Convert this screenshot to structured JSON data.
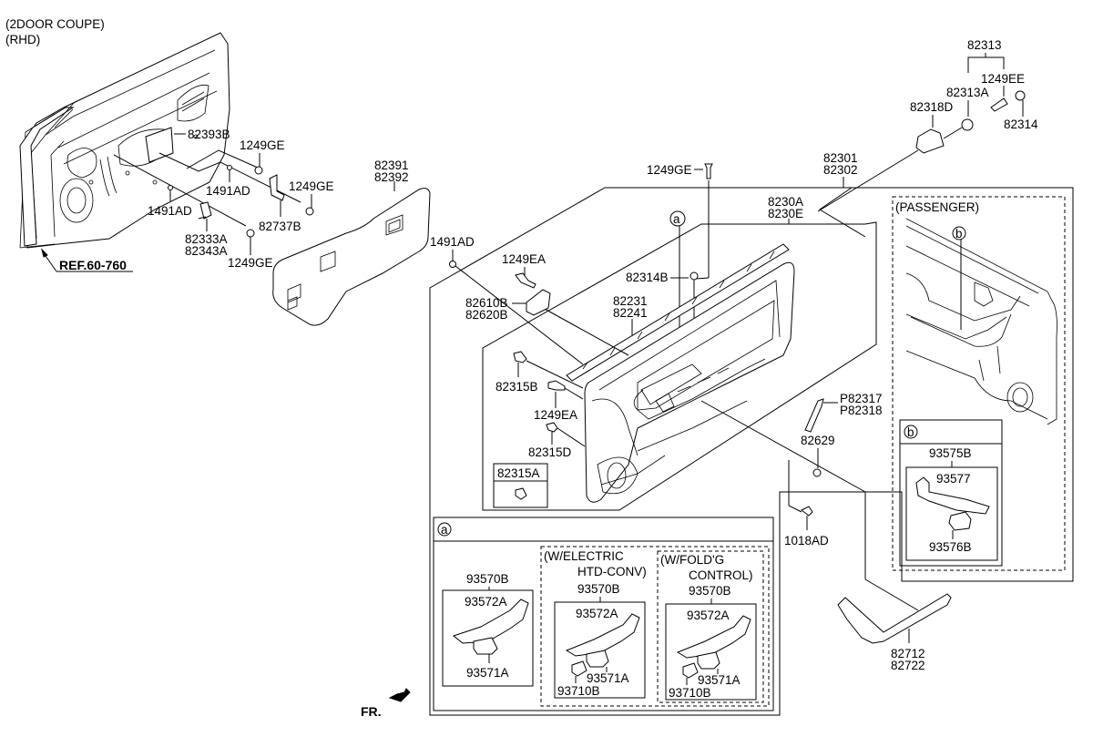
{
  "header": {
    "variant": "(2DOOR COUPE)",
    "drive": "(RHD)"
  },
  "reference": {
    "label": "REF.60-760"
  },
  "door_panel_labels": {
    "bracket_plate": "82393B",
    "screw_top": "1249GE",
    "clip_mid": "1491AD",
    "screw_right": "1249GE",
    "clip_left": "1491AD",
    "bracket_right": "82737B",
    "bracket_left_1": "82333A",
    "bracket_left_2": "82343A",
    "screw_bottom": "1249GE"
  },
  "sealing_cover": {
    "part_1": "82391",
    "part_2": "82392"
  },
  "trim_assembly": {
    "clip_1491AD": "1491AD",
    "screw_1249EA_top": "1249EA",
    "handle_1": "82610B",
    "handle_2": "82620B",
    "screw_1249GE": "1249GE",
    "cap_82314B": "82314B",
    "weatherstrip_1": "82231",
    "weatherstrip_2": "82241",
    "clip_82315B": "82315B",
    "screw_1249EA_bottom": "1249EA",
    "clip_82315D": "82315D",
    "clip_82315A": "82315A",
    "callout_a": "a",
    "panel_1": "82301",
    "panel_2": "82302",
    "panel_sub_1": "8230A",
    "panel_sub_2": "8230E",
    "pull_1": "P82317",
    "pull_2": "P82318",
    "plug_82629": "82629",
    "screw_1018AD": "1018AD",
    "garnish_1": "82712",
    "garnish_2": "82722"
  },
  "mirror_grommet": {
    "group": "82313",
    "screw": "1249EE",
    "grommet": "82313A",
    "bracket": "82318D",
    "nut": "82314"
  },
  "passenger_box": {
    "title": "(PASSENGER)",
    "callout": "b",
    "detail_callout": "b",
    "switch_assy": "93575B",
    "switch_panel": "93577",
    "switch": "93576B"
  },
  "detail_a": {
    "callout": "a",
    "standard": {
      "assy": "93570B",
      "panel": "93572A",
      "switch": "93571A"
    },
    "electric_htd": {
      "title_line1": "(W/ELECTRIC",
      "title_line2": "HTD-CONV)",
      "assy": "93570B",
      "panel": "93572A",
      "switch": "93571A",
      "extra": "93710B"
    },
    "folding": {
      "title_line1": "(W/FOLD'G",
      "title_line2": "CONTROL)",
      "assy": "93570B",
      "panel": "93572A",
      "switch": "93571A",
      "extra": "93710B"
    }
  },
  "orientation": {
    "label": "FR."
  }
}
